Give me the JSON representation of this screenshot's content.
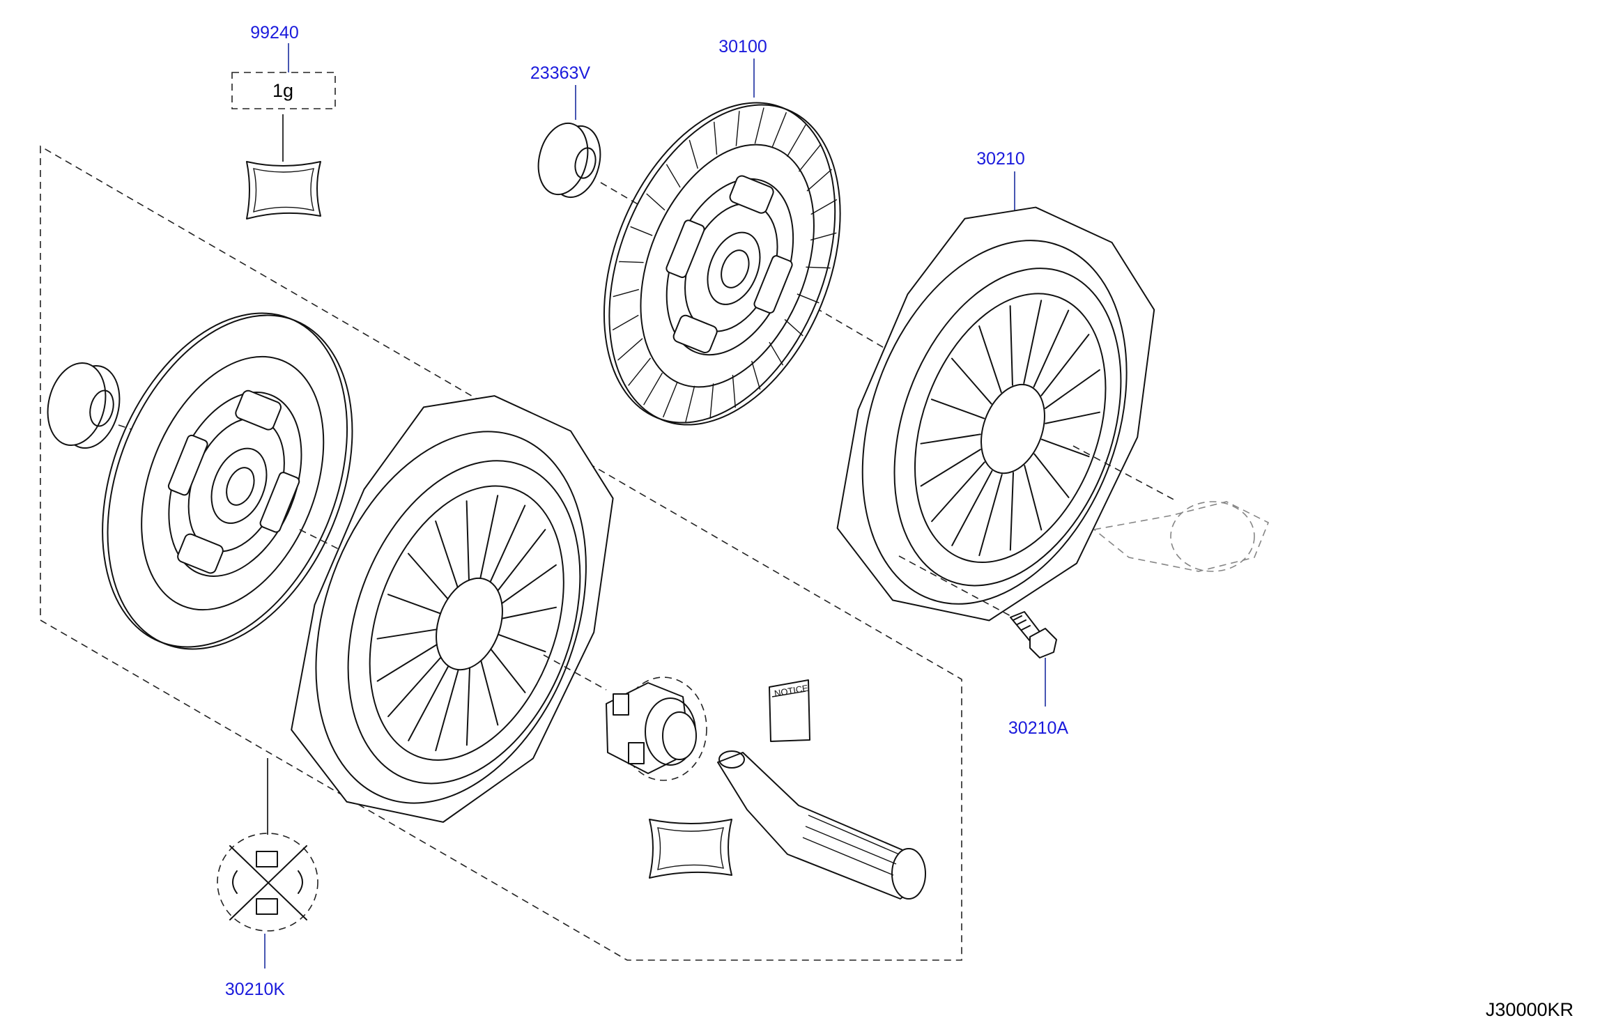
{
  "parts": {
    "grease": "99240",
    "grease_qty": "1g",
    "pilot_bushing": "23363V",
    "clutch_disc": "30100",
    "clutch_cover": "30210",
    "cover_bolt": "30210A",
    "repair_kit": "30210K"
  },
  "notice_label": "NOTICE",
  "diagram_code": "J30000KR",
  "colors": {
    "callout": "#1a1adc",
    "line": "#111111",
    "background": "#ffffff"
  }
}
